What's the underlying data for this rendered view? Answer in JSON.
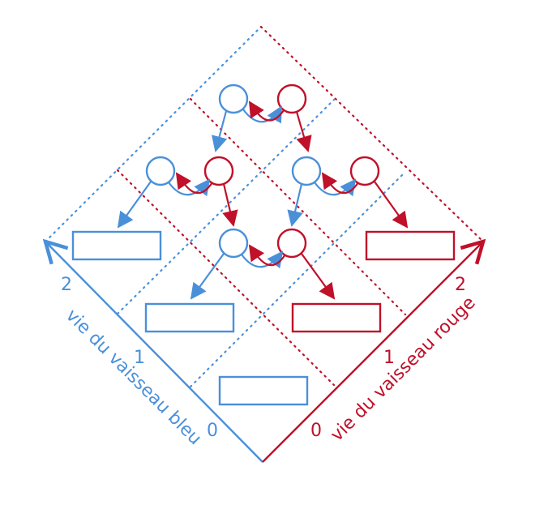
{
  "colors": {
    "blue": "#4a90d9",
    "red": "#c0102a"
  },
  "blue_axis": {
    "label": "vie du vaisseau bleu",
    "ticks": [
      "0",
      "1",
      "2"
    ]
  },
  "red_axis": {
    "label": "vie du vaisseau rouge",
    "ticks": [
      "0",
      "1",
      "2"
    ]
  }
}
